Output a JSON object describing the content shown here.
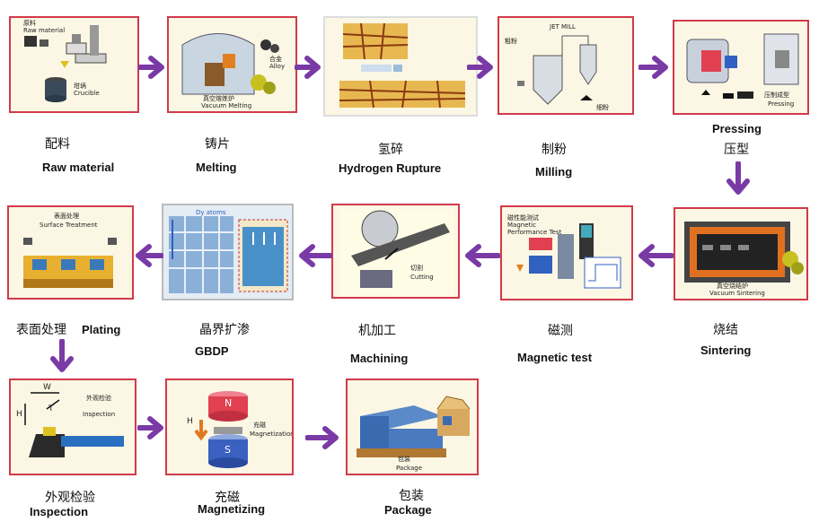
{
  "steps": {
    "raw_material": {
      "zh": "配料",
      "en": "Raw material",
      "inner": [
        "原料",
        "Raw material",
        "坩埚",
        "Crucible"
      ]
    },
    "melting": {
      "zh": "铸片",
      "en": "Melting",
      "inner": [
        "合金",
        "Alloy",
        "真空熔炼炉",
        "Vacuum Melting"
      ]
    },
    "hydrogen": {
      "zh": "氢碎",
      "en": "Hydrogen Rupture"
    },
    "milling": {
      "zh": "制粉",
      "en": "Milling",
      "inner": [
        "JET MILL",
        "粗粉",
        "细粉"
      ]
    },
    "pressing": {
      "zh": "压型",
      "en": "Pressing",
      "inner": [
        "压制成型",
        "Pressing"
      ]
    },
    "sintering": {
      "zh": "烧结",
      "en": "Sintering",
      "inner": [
        "真空烧结炉",
        "Vacuum Sintering"
      ]
    },
    "magnetic_test": {
      "zh": "磁测",
      "en": "Magnetic test",
      "inner": [
        "磁性能测试",
        "Magnetic",
        "Performance Test"
      ]
    },
    "machining": {
      "zh": "机加工",
      "en": "Machining",
      "inner": [
        "切割",
        "Cutting"
      ]
    },
    "gbdp": {
      "zh": "晶界扩渗",
      "en": "GBDP",
      "inner": [
        "Dy atoms"
      ]
    },
    "plating": {
      "zh": "表面处理",
      "en": "Plating",
      "inner": [
        "表面处理",
        "Surface Treatment"
      ]
    },
    "inspection": {
      "zh": "外观检验",
      "en": "Inspection",
      "inner": [
        "外观检验",
        "Inspection",
        "W",
        "H",
        "T"
      ]
    },
    "magnetizing": {
      "zh": "充磁",
      "en": "Magnetizing",
      "inner": [
        "N",
        "S",
        "H",
        "充磁",
        "Magnetization"
      ]
    },
    "package": {
      "zh": "包装",
      "en": "Package",
      "inner": [
        "包装",
        "Package"
      ]
    }
  },
  "colors": {
    "arrow": "#7a3aa6",
    "border": "#d23a4a",
    "panel": "#fbf7e4"
  }
}
